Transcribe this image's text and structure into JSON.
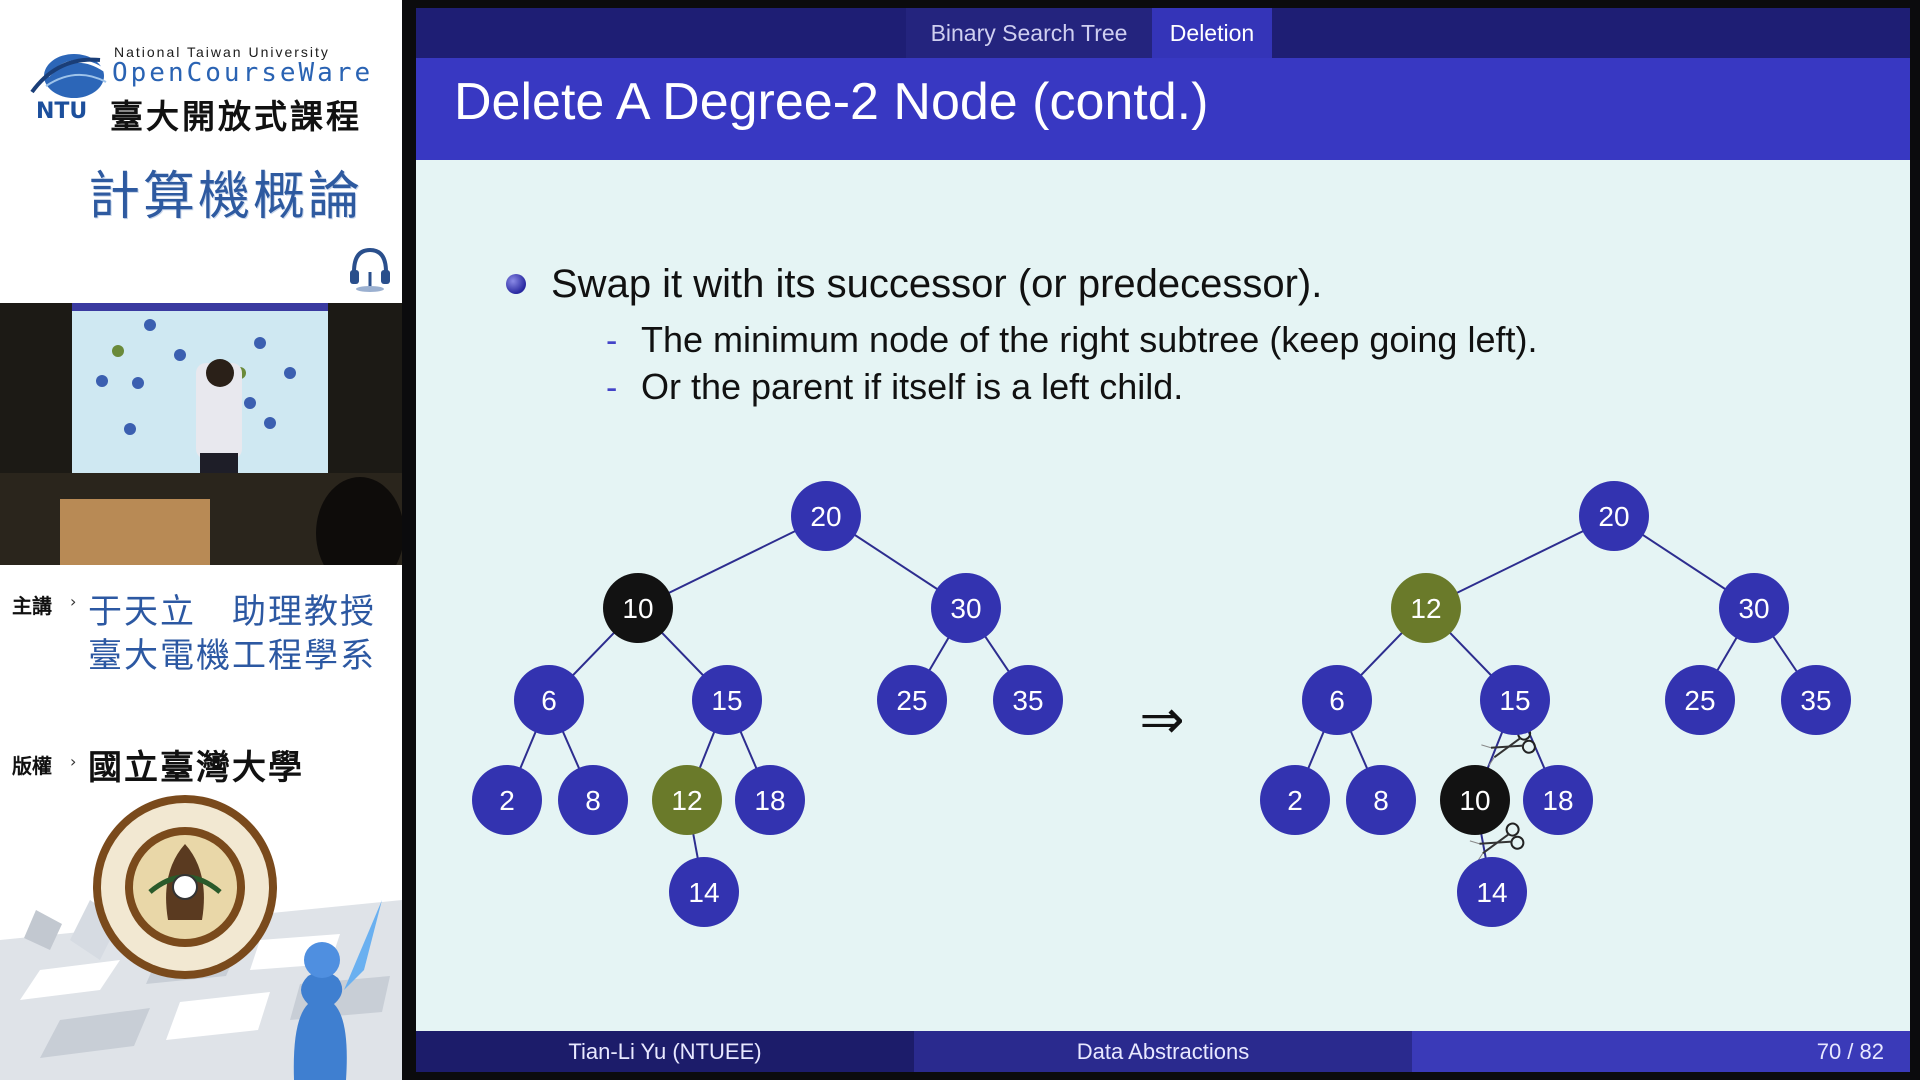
{
  "sidebar": {
    "university_en": "National Taiwan University",
    "ocw": "OpenCourseWare",
    "ocw_zh": "臺大開放式課程",
    "ntu_mark": "NTU",
    "course": "計算機概論",
    "instructor_label": "主講",
    "instructor_name": "于天立　助理教授",
    "instructor_dept": "臺大電機工程學系",
    "copyright_label": "版權",
    "copyright_holder": "國立臺灣大學"
  },
  "slide": {
    "nav": {
      "section": "Binary Search Tree",
      "subsection": "Deletion"
    },
    "title": "Delete A Degree-2 Node (contd.)",
    "bullet": "Swap it with its successor (or predecessor).",
    "subs": [
      "The minimum node of the right subtree (keep going left).",
      "Or the parent if itself is a left child."
    ],
    "dash": "-",
    "arrow": "⇒",
    "footer": {
      "author": "Tian-Li Yu  (NTUEE)",
      "topic": "Data Abstractions",
      "page": "70 / 82"
    },
    "colors": {
      "node": "#3333b0",
      "highlight_dark": "#121212",
      "highlight_green": "#6a7a2a",
      "line": "#2d2d8f"
    },
    "trees": [
      {
        "name": "before",
        "nodes": [
          {
            "id": "n20",
            "label": "20",
            "state": "normal"
          },
          {
            "id": "n10",
            "label": "10",
            "state": "dark"
          },
          {
            "id": "n30",
            "label": "30",
            "state": "normal"
          },
          {
            "id": "n6",
            "label": "6",
            "state": "normal"
          },
          {
            "id": "n15",
            "label": "15",
            "state": "normal"
          },
          {
            "id": "n25",
            "label": "25",
            "state": "normal"
          },
          {
            "id": "n35",
            "label": "35",
            "state": "normal"
          },
          {
            "id": "n2",
            "label": "2",
            "state": "normal"
          },
          {
            "id": "n8",
            "label": "8",
            "state": "normal"
          },
          {
            "id": "n12",
            "label": "12",
            "state": "green"
          },
          {
            "id": "n18",
            "label": "18",
            "state": "normal"
          },
          {
            "id": "n14",
            "label": "14",
            "state": "normal"
          }
        ],
        "edges": [
          [
            "n20",
            "n10"
          ],
          [
            "n20",
            "n30"
          ],
          [
            "n10",
            "n6"
          ],
          [
            "n10",
            "n15"
          ],
          [
            "n30",
            "n25"
          ],
          [
            "n30",
            "n35"
          ],
          [
            "n6",
            "n2"
          ],
          [
            "n6",
            "n8"
          ],
          [
            "n15",
            "n12"
          ],
          [
            "n15",
            "n18"
          ],
          [
            "n12",
            "n14"
          ]
        ]
      },
      {
        "name": "after",
        "nodes": [
          {
            "id": "m20",
            "label": "20",
            "state": "normal"
          },
          {
            "id": "m12",
            "label": "12",
            "state": "green"
          },
          {
            "id": "m30",
            "label": "30",
            "state": "normal"
          },
          {
            "id": "m6",
            "label": "6",
            "state": "normal"
          },
          {
            "id": "m15",
            "label": "15",
            "state": "normal"
          },
          {
            "id": "m25",
            "label": "25",
            "state": "normal"
          },
          {
            "id": "m35",
            "label": "35",
            "state": "normal"
          },
          {
            "id": "m2",
            "label": "2",
            "state": "normal"
          },
          {
            "id": "m8",
            "label": "8",
            "state": "normal"
          },
          {
            "id": "m10",
            "label": "10",
            "state": "dark"
          },
          {
            "id": "m18",
            "label": "18",
            "state": "normal"
          },
          {
            "id": "m14",
            "label": "14",
            "state": "normal"
          }
        ],
        "edges": [
          [
            "m20",
            "m12"
          ],
          [
            "m20",
            "m30"
          ],
          [
            "m12",
            "m6"
          ],
          [
            "m12",
            "m15"
          ],
          [
            "m30",
            "m25"
          ],
          [
            "m30",
            "m35"
          ],
          [
            "m6",
            "m2"
          ],
          [
            "m6",
            "m8"
          ],
          [
            "m15",
            "m10"
          ],
          [
            "m15",
            "m18"
          ],
          [
            "m10",
            "m14"
          ]
        ],
        "cut_edges": [
          [
            "m15",
            "m10"
          ],
          [
            "m10",
            "m14"
          ]
        ]
      }
    ]
  }
}
